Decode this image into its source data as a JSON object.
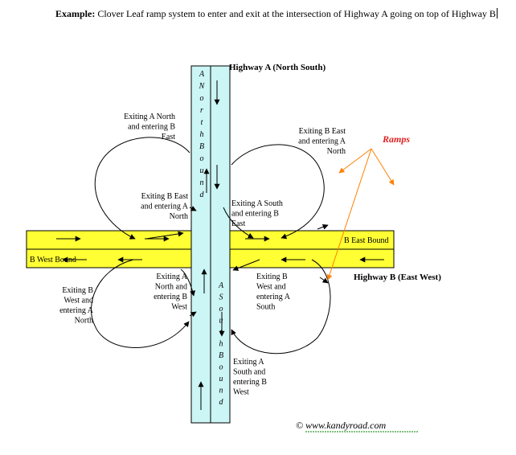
{
  "intro": {
    "label": "Example:",
    "text": "Clover Leaf ramp system to enter and exit at the intersection of Highway A going on top of Highway B"
  },
  "highways": {
    "a_title": "Highway A (North South)",
    "b_title": "Highway B (East West)",
    "a_north_chars": [
      "A",
      "N",
      "o",
      "r",
      "t",
      "h",
      "B",
      "o",
      "u",
      "n",
      "d"
    ],
    "a_south_chars": [
      "A",
      "S",
      "o",
      "u",
      "t",
      "h",
      "B",
      "o",
      "u",
      "n",
      "d"
    ],
    "b_east_label": "B East Bound",
    "b_west_label": "B West Bound",
    "road_colors": {
      "highway_a": "#ccf5f5",
      "highway_b": "#ffff33"
    }
  },
  "ramps_label": "Ramps",
  "ramp_labels": {
    "nw_outer": [
      "Exiting A North",
      "and entering B",
      "East"
    ],
    "nw_inner": [
      "Exiting B East",
      "and entering A",
      "North"
    ],
    "ne_outer": [
      "Exiting B East",
      "and entering A",
      "North"
    ],
    "ne_inner": [
      "Exiting A South",
      "and entering B",
      "East"
    ],
    "sw_outer": [
      "Exiting B",
      "West and",
      "entering A",
      "North"
    ],
    "sw_inner": [
      "Exiting A",
      "North and",
      "entering B",
      "West"
    ],
    "se_inner": [
      "Exiting B",
      "West and",
      "entering A",
      "South"
    ],
    "se_outer": [
      "Exiting A",
      "South and",
      "entering B",
      "West"
    ]
  },
  "credit": "© www.kandyroad.com",
  "colors": {
    "ramps_text": "#e02020",
    "pointer": "#ff8000",
    "accent_credit_underline": "#008000"
  }
}
